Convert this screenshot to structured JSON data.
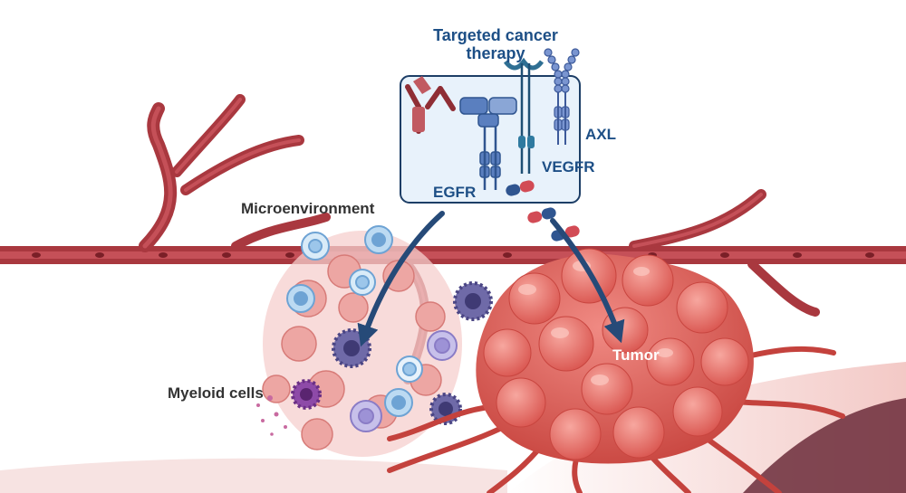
{
  "labels": {
    "therapy_line1": "Targeted cancer",
    "therapy_line2": "therapy",
    "egfr": "EGFR",
    "vegfr": "VEGFR",
    "axl": "AXL",
    "microenvironment": "Microenvironment",
    "myeloid_cells": "Myeloid cells",
    "tumor": "Tumor"
  },
  "colors": {
    "vessel": "#a9383f",
    "vessel_dark": "#7a1f27",
    "tumor": "#e0655f",
    "tumor_highlight": "#f59b92",
    "receptor_blue": "#5a7fbf",
    "panel_fill": "#e8f2fb",
    "arrow": "#264a78",
    "label_dark": "#333333",
    "label_blue": "#1d4f86"
  }
}
